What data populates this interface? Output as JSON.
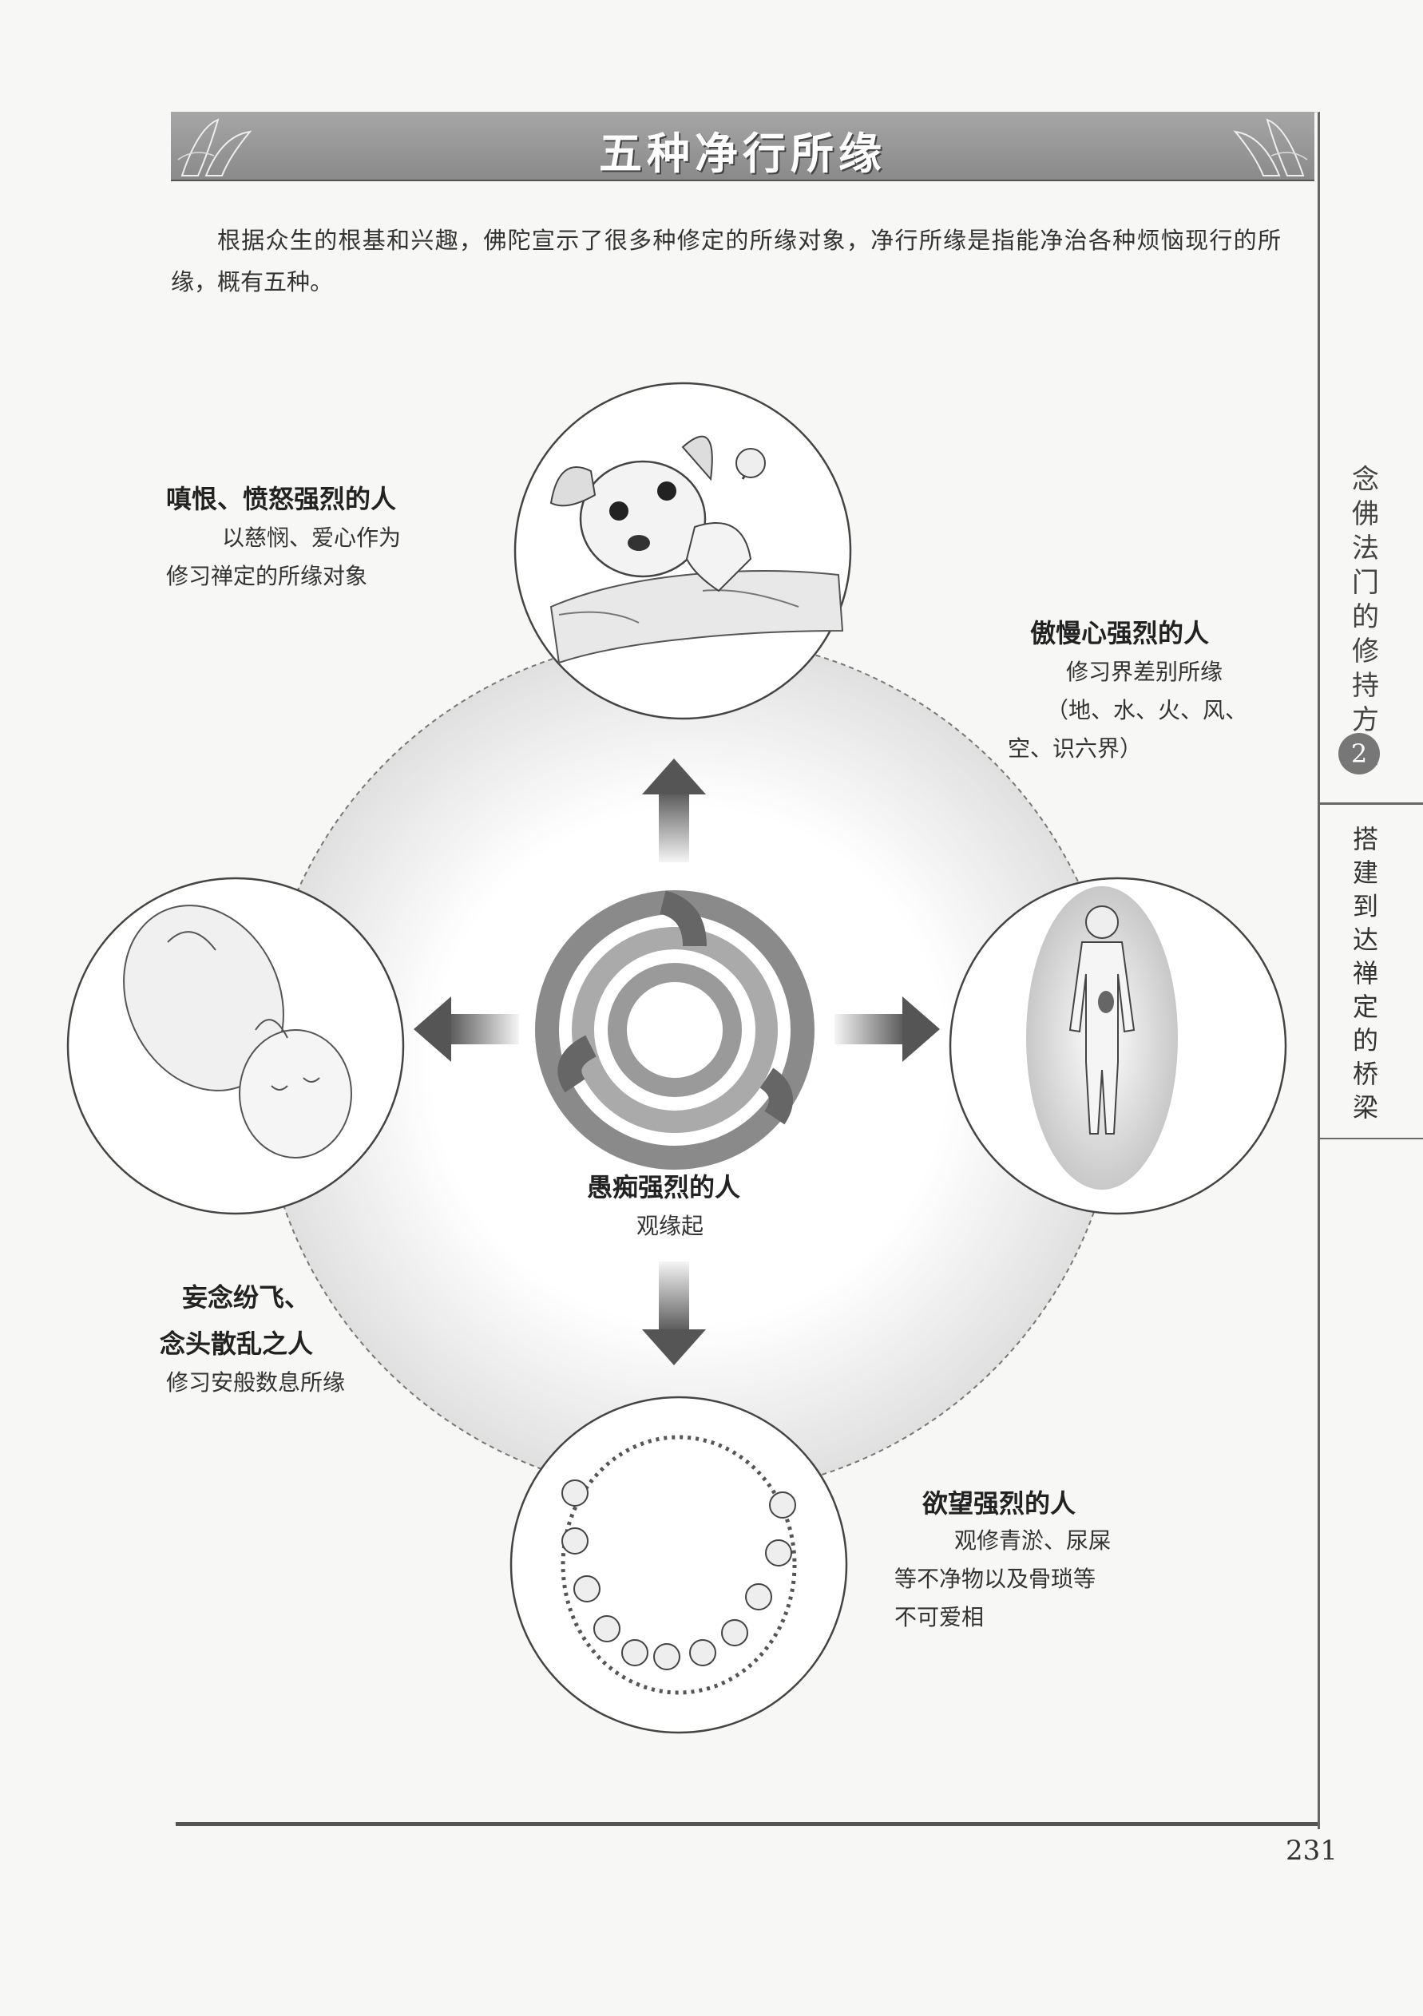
{
  "title": "五种净行所缘",
  "intro": "根据众生的根基和兴趣，佛陀宣示了很多种修定的所缘对象，净行所缘是指能净治各种烦恼现行的所缘，概有五种。",
  "items": {
    "anger": {
      "heading": "嗔恨、愤怒强烈的人",
      "lines": [
        "以慈悯、爱心作为",
        "修习禅定的所缘对象"
      ]
    },
    "pride": {
      "heading": "傲慢心强烈的人",
      "lines": [
        "修习界差别所缘",
        "（地、水、火、风、",
        "空、识六界）"
      ]
    },
    "delusion": {
      "heading": "愚痴强烈的人",
      "lines": [
        "观缘起"
      ]
    },
    "distraction": {
      "heading_lines": [
        "妄念纷飞、",
        "念头散乱之人"
      ],
      "lines": [
        "修习安般数息所缘"
      ]
    },
    "desire": {
      "heading": "欲望强烈的人",
      "lines": [
        "观修青淤、尿屎",
        "等不净物以及骨琐等",
        "不可爱相"
      ]
    }
  },
  "side_tab": {
    "upper": "念佛法门的修持方法",
    "number": "2",
    "lower": "搭建到达禅定的桥梁"
  },
  "page_number": "231"
}
